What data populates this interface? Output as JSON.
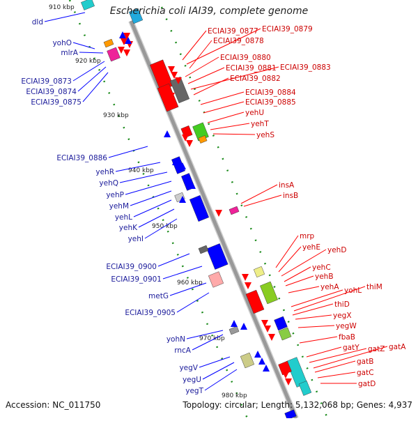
{
  "title": "Escherichia coli IAI39, complete genome",
  "accession": "Accession: NC_011750",
  "topology": "Topology: circular; Length: 5,132,068 bp; Genes: 4,937",
  "colors": {
    "forward": "#ff0000",
    "reverse": "#0000ff",
    "backbone": "#999999",
    "tick": "#1a8a1a"
  },
  "kbp_labels": [
    "910 kbp",
    "920 kbp",
    "930 kbp",
    "940 kbp",
    "950 kbp",
    "960 kbp",
    "970 kbp",
    "980 kbp"
  ],
  "reverse_labels": [
    "dld",
    "yohO",
    "mlrA",
    "ECIAI39_0873",
    "ECIAI39_0874",
    "ECIAI39_0875",
    "ECIAI39_0886",
    "yehR",
    "yehQ",
    "yehP",
    "yehM",
    "yehL",
    "yehK",
    "yehI",
    "ECIAI39_0900",
    "ECIAI39_0901",
    "metG",
    "ECIAI39_0905",
    "yohN",
    "rncA",
    "yegV",
    "yegU",
    "yegT"
  ],
  "forward_labels": [
    "ECIAI39_0877",
    "ECIAI39_0879",
    "ECIAI39_0878",
    "ECIAI39_0880",
    "ECIAI39_0881",
    "ECIAI39_0883",
    "ECIAI39_0882",
    "ECIAI39_0884",
    "ECIAI39_0885",
    "yehU",
    "yehT",
    "yehS",
    "insA",
    "insB",
    "mrp",
    "yehE",
    "yehD",
    "yehC",
    "yehB",
    "yehA",
    "yohL",
    "thiM",
    "thiD",
    "yegX",
    "yegW",
    "fbaB",
    "gatY",
    "gatZ",
    "gatA",
    "gatB",
    "gatC",
    "gatD"
  ]
}
